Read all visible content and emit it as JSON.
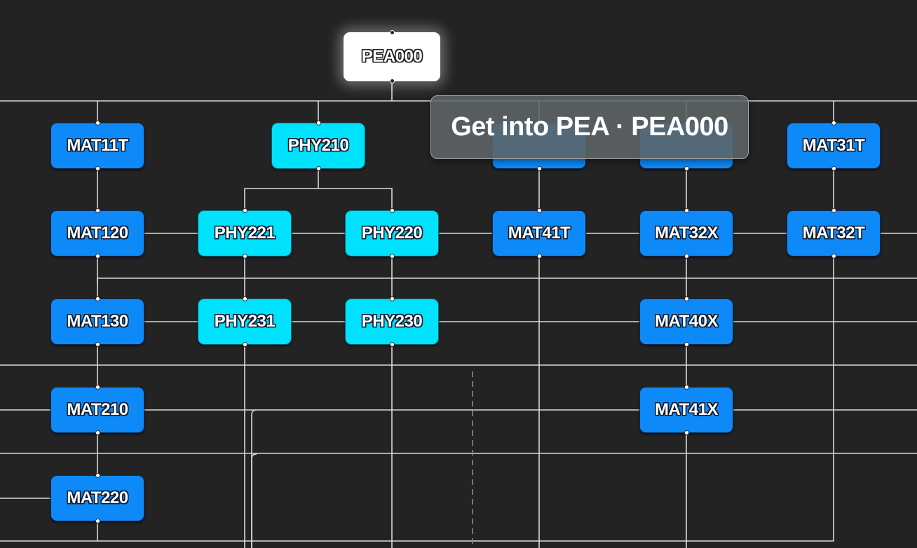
{
  "diagram": {
    "root": {
      "id": "PEA000",
      "kind": "root"
    },
    "nodes": [
      {
        "id": "MAT11T",
        "kind": "math"
      },
      {
        "id": "PHY210",
        "kind": "physics"
      },
      {
        "id": "MAT31T",
        "kind": "math"
      },
      {
        "id": "MAT120",
        "kind": "math"
      },
      {
        "id": "PHY221",
        "kind": "physics"
      },
      {
        "id": "PHY220",
        "kind": "physics"
      },
      {
        "id": "MAT41T",
        "kind": "math"
      },
      {
        "id": "MAT32X",
        "kind": "math"
      },
      {
        "id": "MAT32T",
        "kind": "math"
      },
      {
        "id": "MAT130",
        "kind": "math"
      },
      {
        "id": "PHY231",
        "kind": "physics"
      },
      {
        "id": "PHY230",
        "kind": "physics"
      },
      {
        "id": "MAT40X",
        "kind": "math"
      },
      {
        "id": "MAT210",
        "kind": "math"
      },
      {
        "id": "MAT41X",
        "kind": "math"
      },
      {
        "id": "MAT220",
        "kind": "math"
      }
    ],
    "edges": [
      [
        "PEA000",
        "MAT11T"
      ],
      [
        "PEA000",
        "PHY210"
      ],
      [
        "PEA000",
        "MAT31T"
      ],
      [
        "MAT11T",
        "MAT120"
      ],
      [
        "MAT120",
        "MAT130"
      ],
      [
        "MAT130",
        "MAT210"
      ],
      [
        "MAT210",
        "MAT220"
      ],
      [
        "PHY210",
        "PHY221"
      ],
      [
        "PHY210",
        "PHY220"
      ],
      [
        "PHY221",
        "PHY231"
      ],
      [
        "PHY220",
        "PHY230"
      ],
      [
        "MAT32X",
        "MAT40X"
      ],
      [
        "MAT40X",
        "MAT41X"
      ],
      [
        "MAT31T",
        "MAT32T"
      ]
    ]
  },
  "tooltip": {
    "text": "Get into PEA · PEA000"
  },
  "colors": {
    "background": "#232323",
    "math_node": "#0d8af7",
    "physics_node": "#00e1fb",
    "root_node": "#ffffff",
    "edge": "#d9d9d9",
    "tooltip_bg": "#5f6467"
  }
}
